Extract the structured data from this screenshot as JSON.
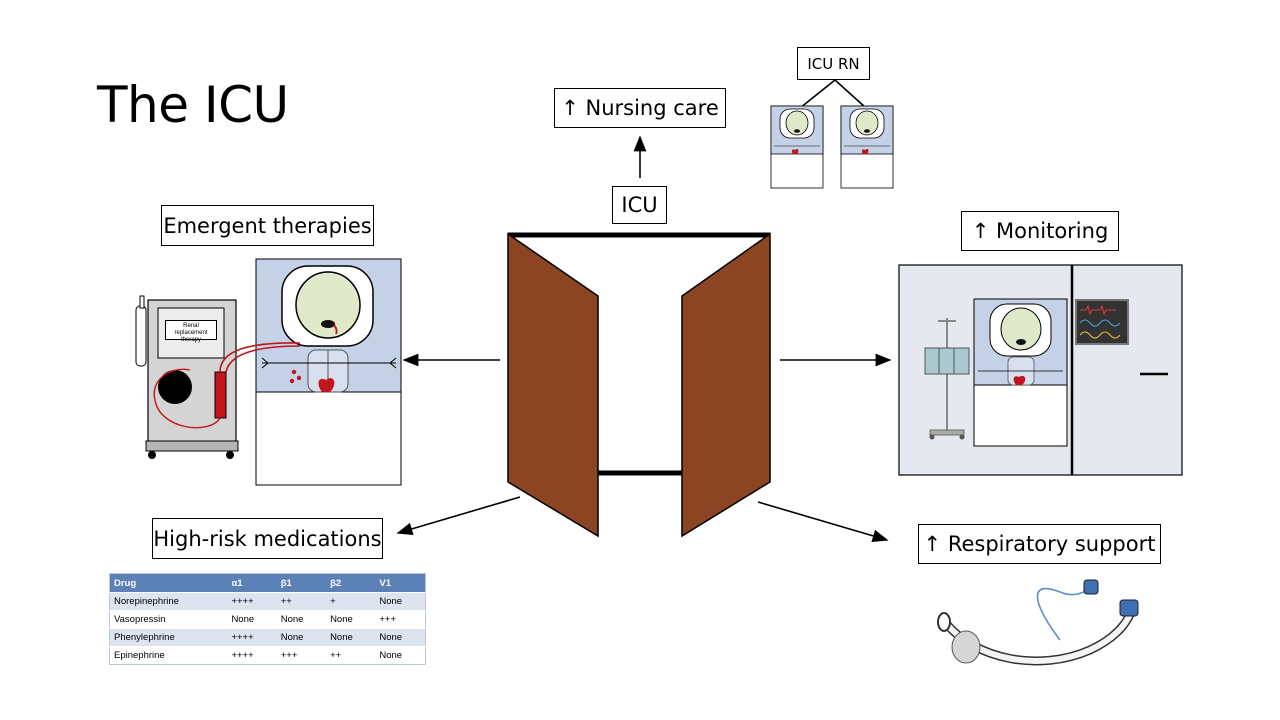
{
  "title": "The ICU",
  "labels": {
    "nursing_care": "↑ Nursing care",
    "icu_rn": "ICU RN",
    "icu": "ICU",
    "emergent_therapies": "Emergent therapies",
    "monitoring": "↑ Monitoring",
    "high_risk_medications": "High-risk medications",
    "respiratory_support": "↑ Respiratory support",
    "renal_replacement_therapy": "Renal replacement therapy"
  },
  "drug_table": {
    "headers": [
      "Drug",
      "α1",
      "β1",
      "β2",
      "V1"
    ],
    "rows": [
      [
        "Norepinephrine",
        "++++",
        "++",
        "+",
        "None"
      ],
      [
        "Vasopressin",
        "None",
        "None",
        "None",
        "+++"
      ],
      [
        "Phenylephrine",
        "++++",
        "None",
        "None",
        "None"
      ],
      [
        "Epinephrine",
        "++++",
        "+++",
        "++",
        "None"
      ]
    ]
  },
  "colors": {
    "door": "#8b4523",
    "bed_panel": "#c5d1e6",
    "face": "#dfe8c8",
    "blood": "#c0161c",
    "table_header": "#5b81b7",
    "table_stripe": "#dde4f0",
    "monitor_room": "#e6e8ef"
  }
}
